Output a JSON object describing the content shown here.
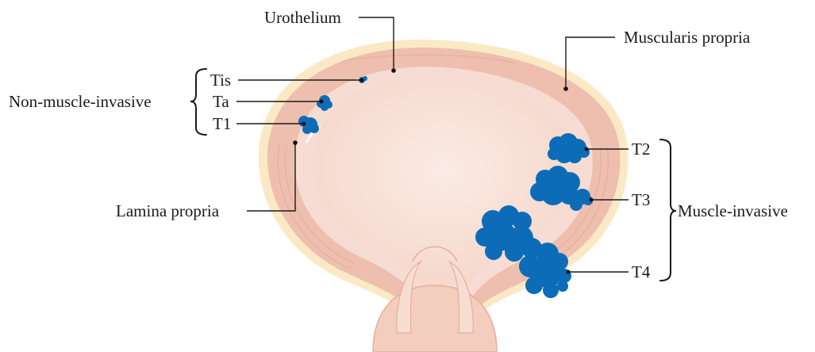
{
  "labels": {
    "urothelium": "Urothelium",
    "muscularis_propria": "Muscularis propria",
    "lamina_propria": "Lamina propria",
    "tis": "Tis",
    "ta": "Ta",
    "t1": "T1",
    "t2": "T2",
    "t3": "T3",
    "t4": "T4",
    "non_muscle_invasive": "Non-muscle-invasive",
    "muscle_invasive": "Muscle-invasive"
  },
  "colors": {
    "tumor": "#0d6cb8",
    "serosa": "#fbe9c6",
    "muscle": "#eebfae",
    "lamina": "#f6dcd2",
    "lumen": "#f9e4dc"
  }
}
